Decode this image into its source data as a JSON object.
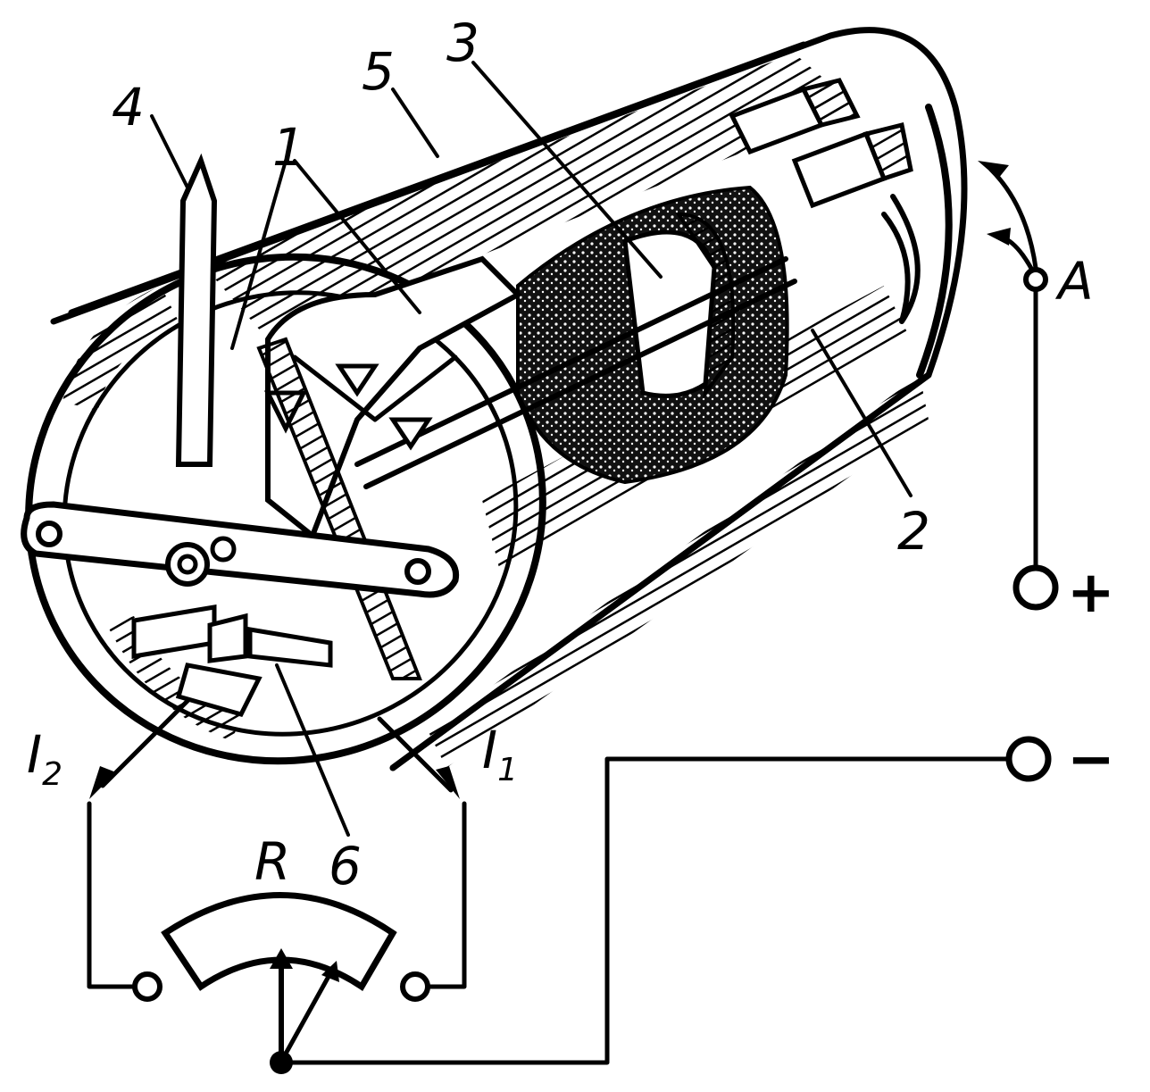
{
  "labels": {
    "part_1": "1",
    "part_2": "2",
    "part_3": "3",
    "part_4": "4",
    "part_5": "5",
    "part_6": "6",
    "terminal_a": "A",
    "plus": "+",
    "minus": "−",
    "resistor": "R",
    "current_1": "I",
    "current_1_sub": "1",
    "current_2": "I",
    "current_2_sub": "2"
  },
  "colors": {
    "ink": "#000000",
    "paper": "#ffffff",
    "coil": "#1a1a1a"
  }
}
